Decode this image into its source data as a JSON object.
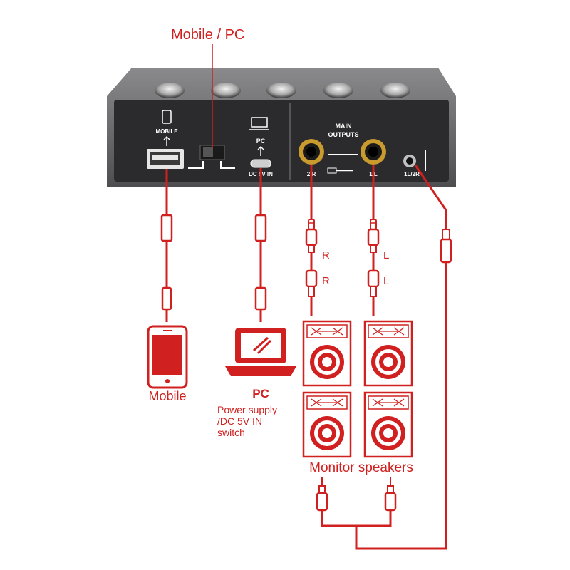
{
  "labels": {
    "switch_title": "Mobile / PC",
    "mobile_port": "MOBILE",
    "pc_port": "PC",
    "dc_in": "DC 5V IN",
    "main_outputs_line1": "MAIN",
    "main_outputs_line2": "OUTPUTS",
    "jack_2r": "2 R",
    "jack_1l": "1 L",
    "jack_phones": "1L/2R",
    "cable_r_top": "R",
    "cable_r_bottom": "R",
    "cable_l_top": "L",
    "cable_l_bottom": "L",
    "mobile_device": "Mobile",
    "pc_device": "PC",
    "pc_desc_line1": "Power supply",
    "pc_desc_line2": "/DC 5V IN",
    "pc_desc_line3": "switch",
    "monitor_speakers": "Monitor speakers"
  },
  "colors": {
    "accent": "#d0201f",
    "panel": "#2b2a2c",
    "chassis": "#6b6b6e",
    "jack_gold": "#c99a2e"
  }
}
